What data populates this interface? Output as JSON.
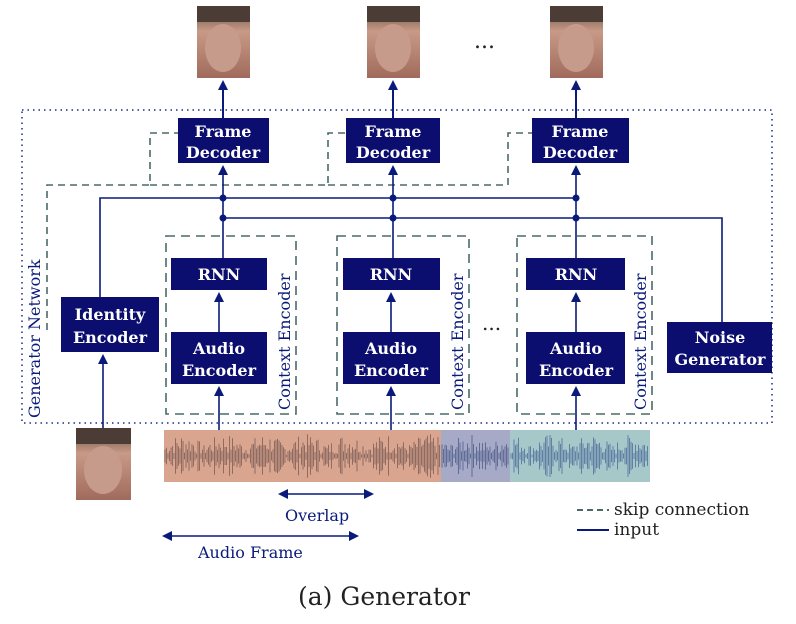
{
  "figure": {
    "caption": "(a)  Generator",
    "network_label": "Generator Network",
    "ellipsis": "..."
  },
  "blocks": {
    "frame_decoder": [
      "Frame",
      "Decoder"
    ],
    "rnn": "RNN",
    "audio_encoder": [
      "Audio",
      "Encoder"
    ],
    "context_encoder": "Context  Encoder",
    "identity_encoder": [
      "Identity",
      "Encoder"
    ],
    "noise_generator": [
      "Noise",
      "Generator"
    ]
  },
  "audio_annotations": {
    "overlap": "Overlap",
    "audio_frame": "Audio  Frame"
  },
  "legend": {
    "skip_connection": "skip  connection",
    "input": "input"
  },
  "colors": {
    "box_fill": "#0b0e6e",
    "line": "#0a1a7a",
    "skip": "#4a6a6a",
    "waveform_bg_1": "#d9a58f",
    "waveform_bg_2": "#a7aac6",
    "waveform_bg_3": "#a6c8c8"
  }
}
